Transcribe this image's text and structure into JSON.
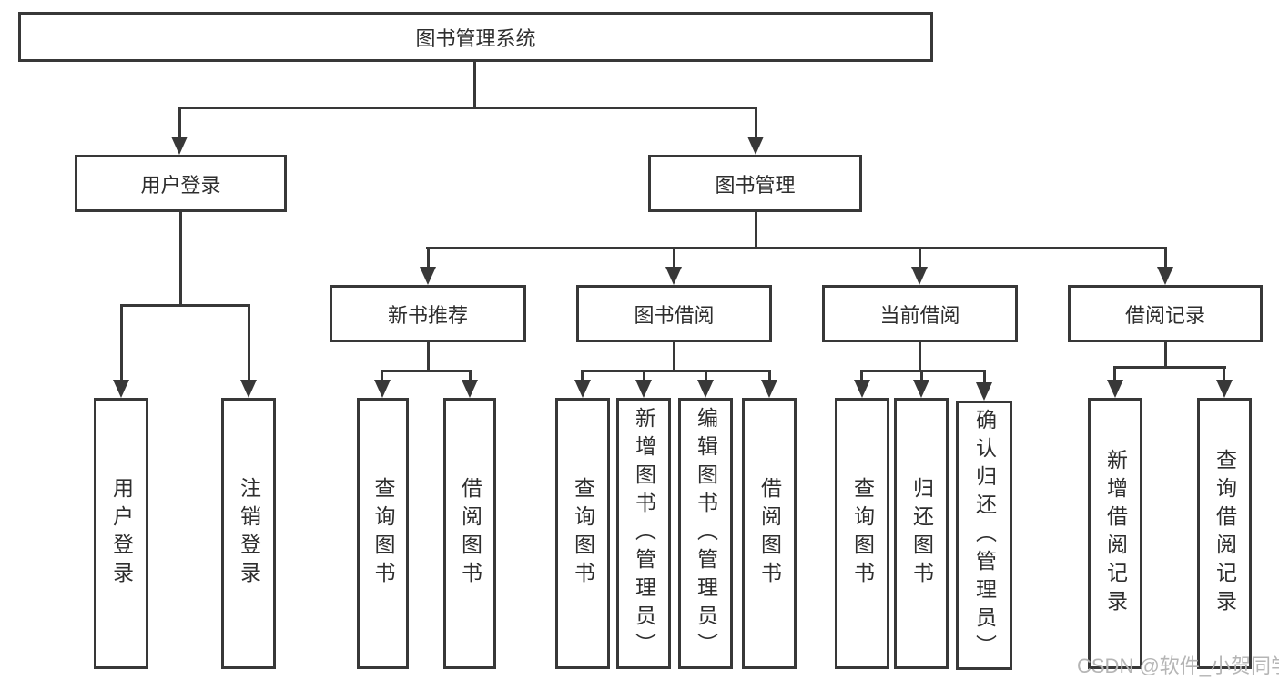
{
  "diagram": {
    "root": {
      "label": "图书管理系统"
    },
    "level2": [
      {
        "label": "用户登录"
      },
      {
        "label": "图书管理"
      }
    ],
    "level3": [
      {
        "label": "新书推荐"
      },
      {
        "label": "图书借阅"
      },
      {
        "label": "当前借阅"
      },
      {
        "label": "借阅记录"
      }
    ],
    "level4": {
      "login": [
        "用户登录",
        "注销登录"
      ],
      "recommend": [
        "查询图书",
        "借阅图书"
      ],
      "borrow": [
        "查询图书",
        "新增图书（管理员）",
        "编辑图书（管理员）",
        "借阅图书"
      ],
      "current": [
        "查询图书",
        "归还图书",
        "确认归还（管理员）"
      ],
      "records": [
        "新增借阅记录",
        "查询借阅记录"
      ]
    }
  },
  "watermark": {
    "text": "CSDN @软件_小贺同学"
  },
  "colors": {
    "line": "#383838",
    "text": "#2e2e2e",
    "watermark": "#b5b5b5",
    "background": "#ffffff"
  }
}
